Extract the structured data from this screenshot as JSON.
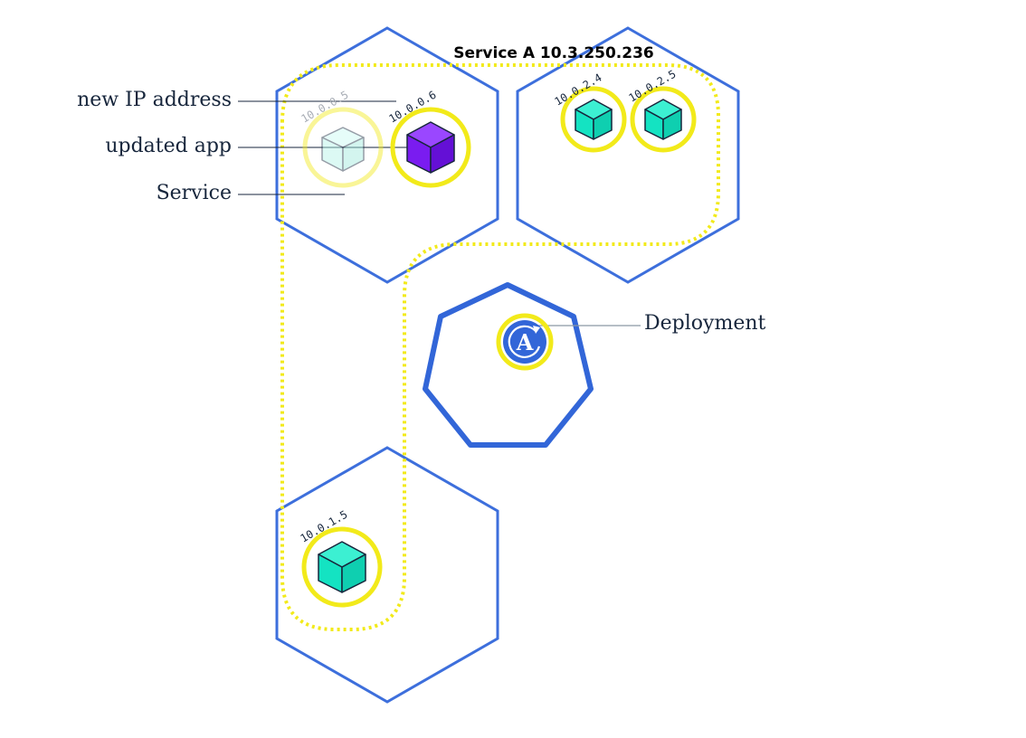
{
  "service": {
    "title": "Service A 10.3.250.236"
  },
  "callouts": {
    "new_ip": "new IP address",
    "updated_app": "updated app",
    "service": "Service",
    "deployment": "Deployment"
  },
  "deployment": {
    "badge_letter": "A"
  },
  "pods": [
    {
      "ip": "10.0.0.5",
      "state": "old",
      "color": "#b3f3e8"
    },
    {
      "ip": "10.0.0.6",
      "state": "updated",
      "color": "#7a1cf0"
    },
    {
      "ip": "10.0.2.4",
      "state": "running",
      "color": "#14e3c2"
    },
    {
      "ip": "10.0.2.5",
      "state": "running",
      "color": "#14e3c2"
    },
    {
      "ip": "10.0.1.5",
      "state": "running",
      "color": "#14e3c2"
    }
  ],
  "colors": {
    "node_stroke": "#3d6fdc",
    "service_outline": "#f2ea1a",
    "pod_ring": "#f2ea1a",
    "deployment_fill": "#3266d8",
    "text": "#17263c"
  }
}
